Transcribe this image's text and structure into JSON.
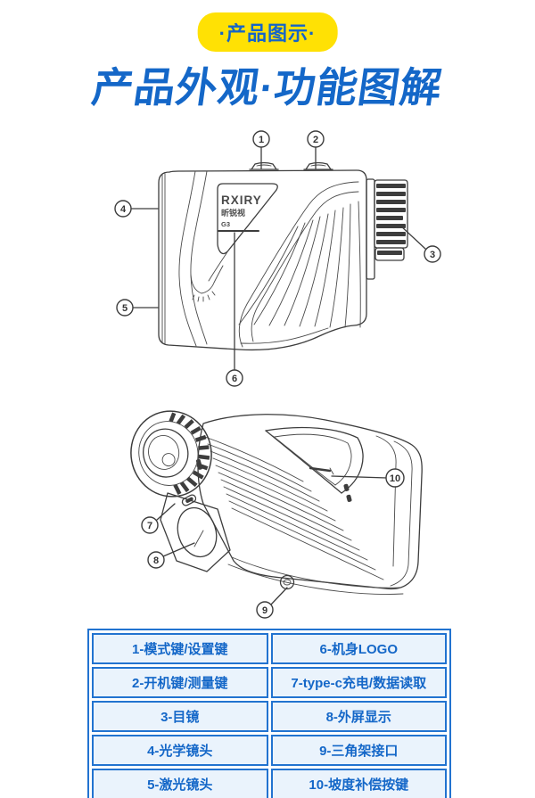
{
  "badge": {
    "label": "·产品图示·"
  },
  "title": {
    "text": "产品外观·功能图解"
  },
  "colors": {
    "accent_blue": "#1467C8",
    "badge_yellow": "#FFE104",
    "table_border": "#2273D0",
    "table_cell_bg": "#EAF3FC",
    "line_art": "#3D3D3D"
  },
  "device_logo": {
    "brand": "RXIRY",
    "sub": "昕锐视",
    "model": "G3"
  },
  "figure_side": {
    "callouts": [
      {
        "num": "1"
      },
      {
        "num": "2"
      },
      {
        "num": "3"
      },
      {
        "num": "4"
      },
      {
        "num": "5"
      },
      {
        "num": "6"
      }
    ]
  },
  "figure_front": {
    "callouts": [
      {
        "num": "7"
      },
      {
        "num": "8"
      },
      {
        "num": "9"
      },
      {
        "num": "10"
      }
    ]
  },
  "legend": {
    "rows": [
      {
        "left": "1-模式键/设置键",
        "right": "6-机身LOGO"
      },
      {
        "left": "2-开机键/测量键",
        "right": "7-type-c充电/数据读取"
      },
      {
        "left": "3-目镜",
        "right": "8-外屏显示"
      },
      {
        "left": "4-光学镜头",
        "right": "9-三角架接口"
      },
      {
        "left": "5-激光镜头",
        "right": "10-坡度补偿按键"
      }
    ]
  }
}
